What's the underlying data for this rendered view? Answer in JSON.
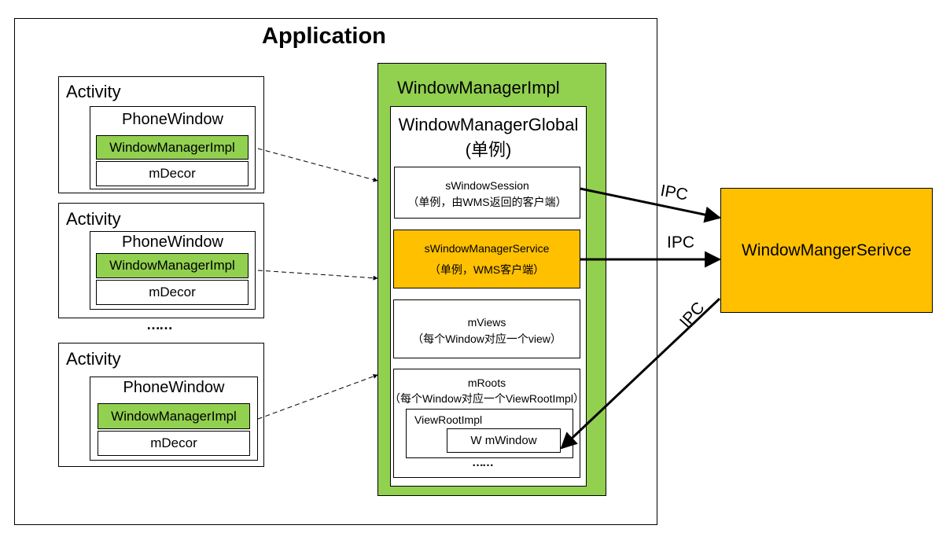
{
  "application": {
    "title": "Application"
  },
  "activities": [
    {
      "label": "Activity",
      "window": "PhoneWindow",
      "wm": "WindowManagerImpl",
      "decor": "mDecor"
    },
    {
      "label": "Activity",
      "window": "PhoneWindow",
      "wm": "WindowManagerImpl",
      "decor": "mDecor"
    },
    {
      "label": "Activity",
      "window": "PhoneWindow",
      "wm": "WindowManagerImpl",
      "decor": "mDecor"
    }
  ],
  "activity_ellipsis": "……",
  "wm_impl": {
    "title": "WindowManagerImpl",
    "global_title": "WindowManagerGlobal",
    "global_subtitle": "(单例)",
    "session": {
      "name": "sWindowSession",
      "desc": "（单例，由WMS返回的客户端）"
    },
    "service": {
      "name": "sWindowManagerService",
      "desc": "（单例，WMS客户端）"
    },
    "views": {
      "name": "mViews",
      "desc": "（每个Window对应一个view）"
    },
    "roots": {
      "name": "mRoots",
      "desc": "（每个Window对应一个ViewRootImpl）",
      "viewroot_label": "ViewRootImpl",
      "window_label": "W mWindow",
      "ellipsis": "……"
    }
  },
  "wms": {
    "title": "WindowMangerSerivce"
  },
  "ipc_labels": [
    "IPC",
    "IPC",
    "IPC"
  ],
  "colors": {
    "green": "#92d050",
    "orange": "#ffc000",
    "line": "#000000"
  }
}
